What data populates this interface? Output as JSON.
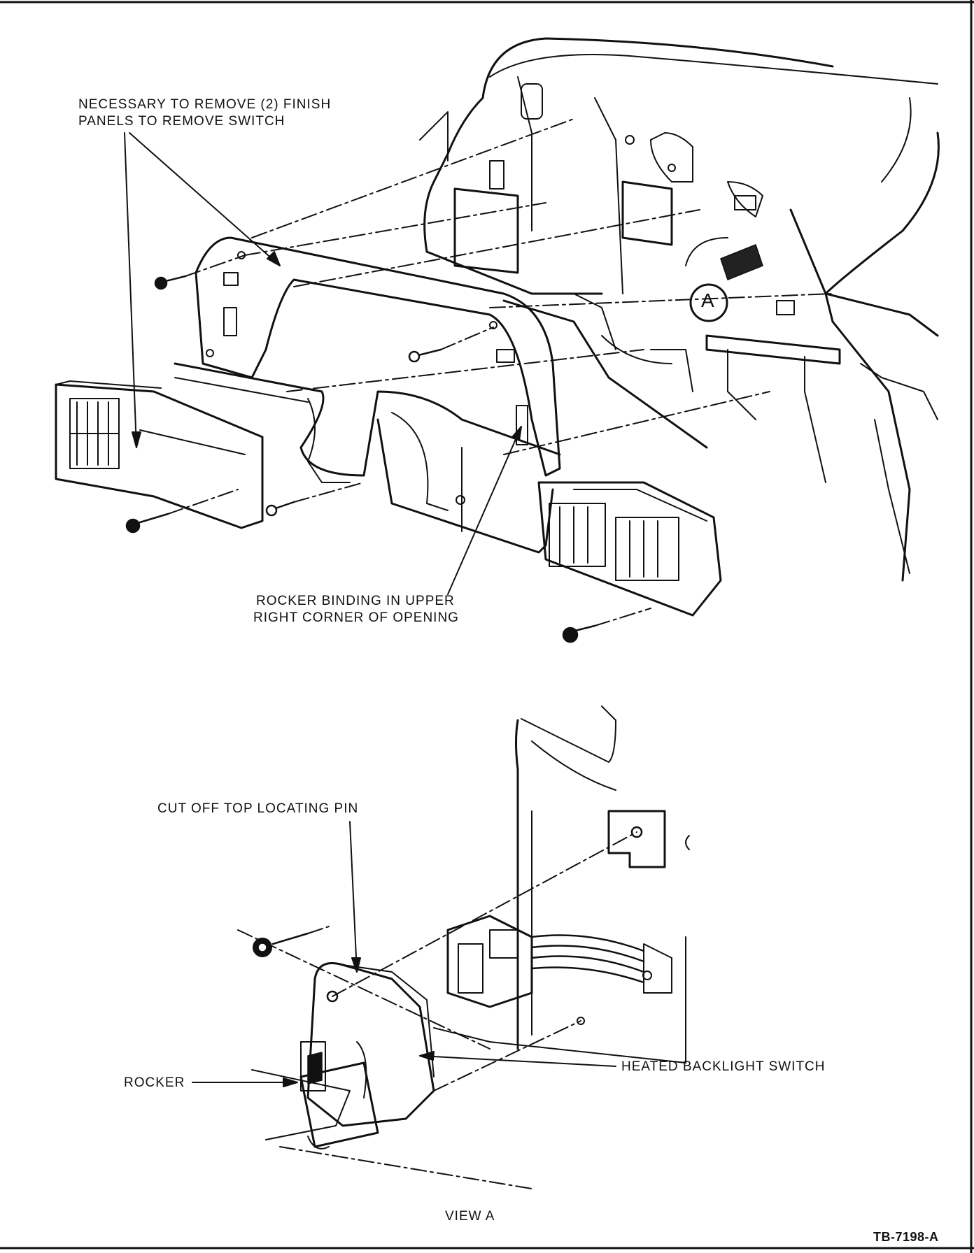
{
  "labels": {
    "finish_panels_line1": "NECESSARY TO REMOVE (2) FINISH",
    "finish_panels_line2": "PANELS TO REMOVE SWITCH",
    "rocker_binding_line1": "ROCKER BINDING IN UPPER",
    "rocker_binding_line2": "RIGHT CORNER OF OPENING",
    "cut_off_pin": "CUT OFF TOP LOCATING PIN",
    "heated_backlight_switch": "HEATED BACKLIGHT SWITCH",
    "rocker": "ROCKER",
    "view_a": "VIEW A",
    "callout_a": "A",
    "figure_id": "TB-7198-A"
  }
}
